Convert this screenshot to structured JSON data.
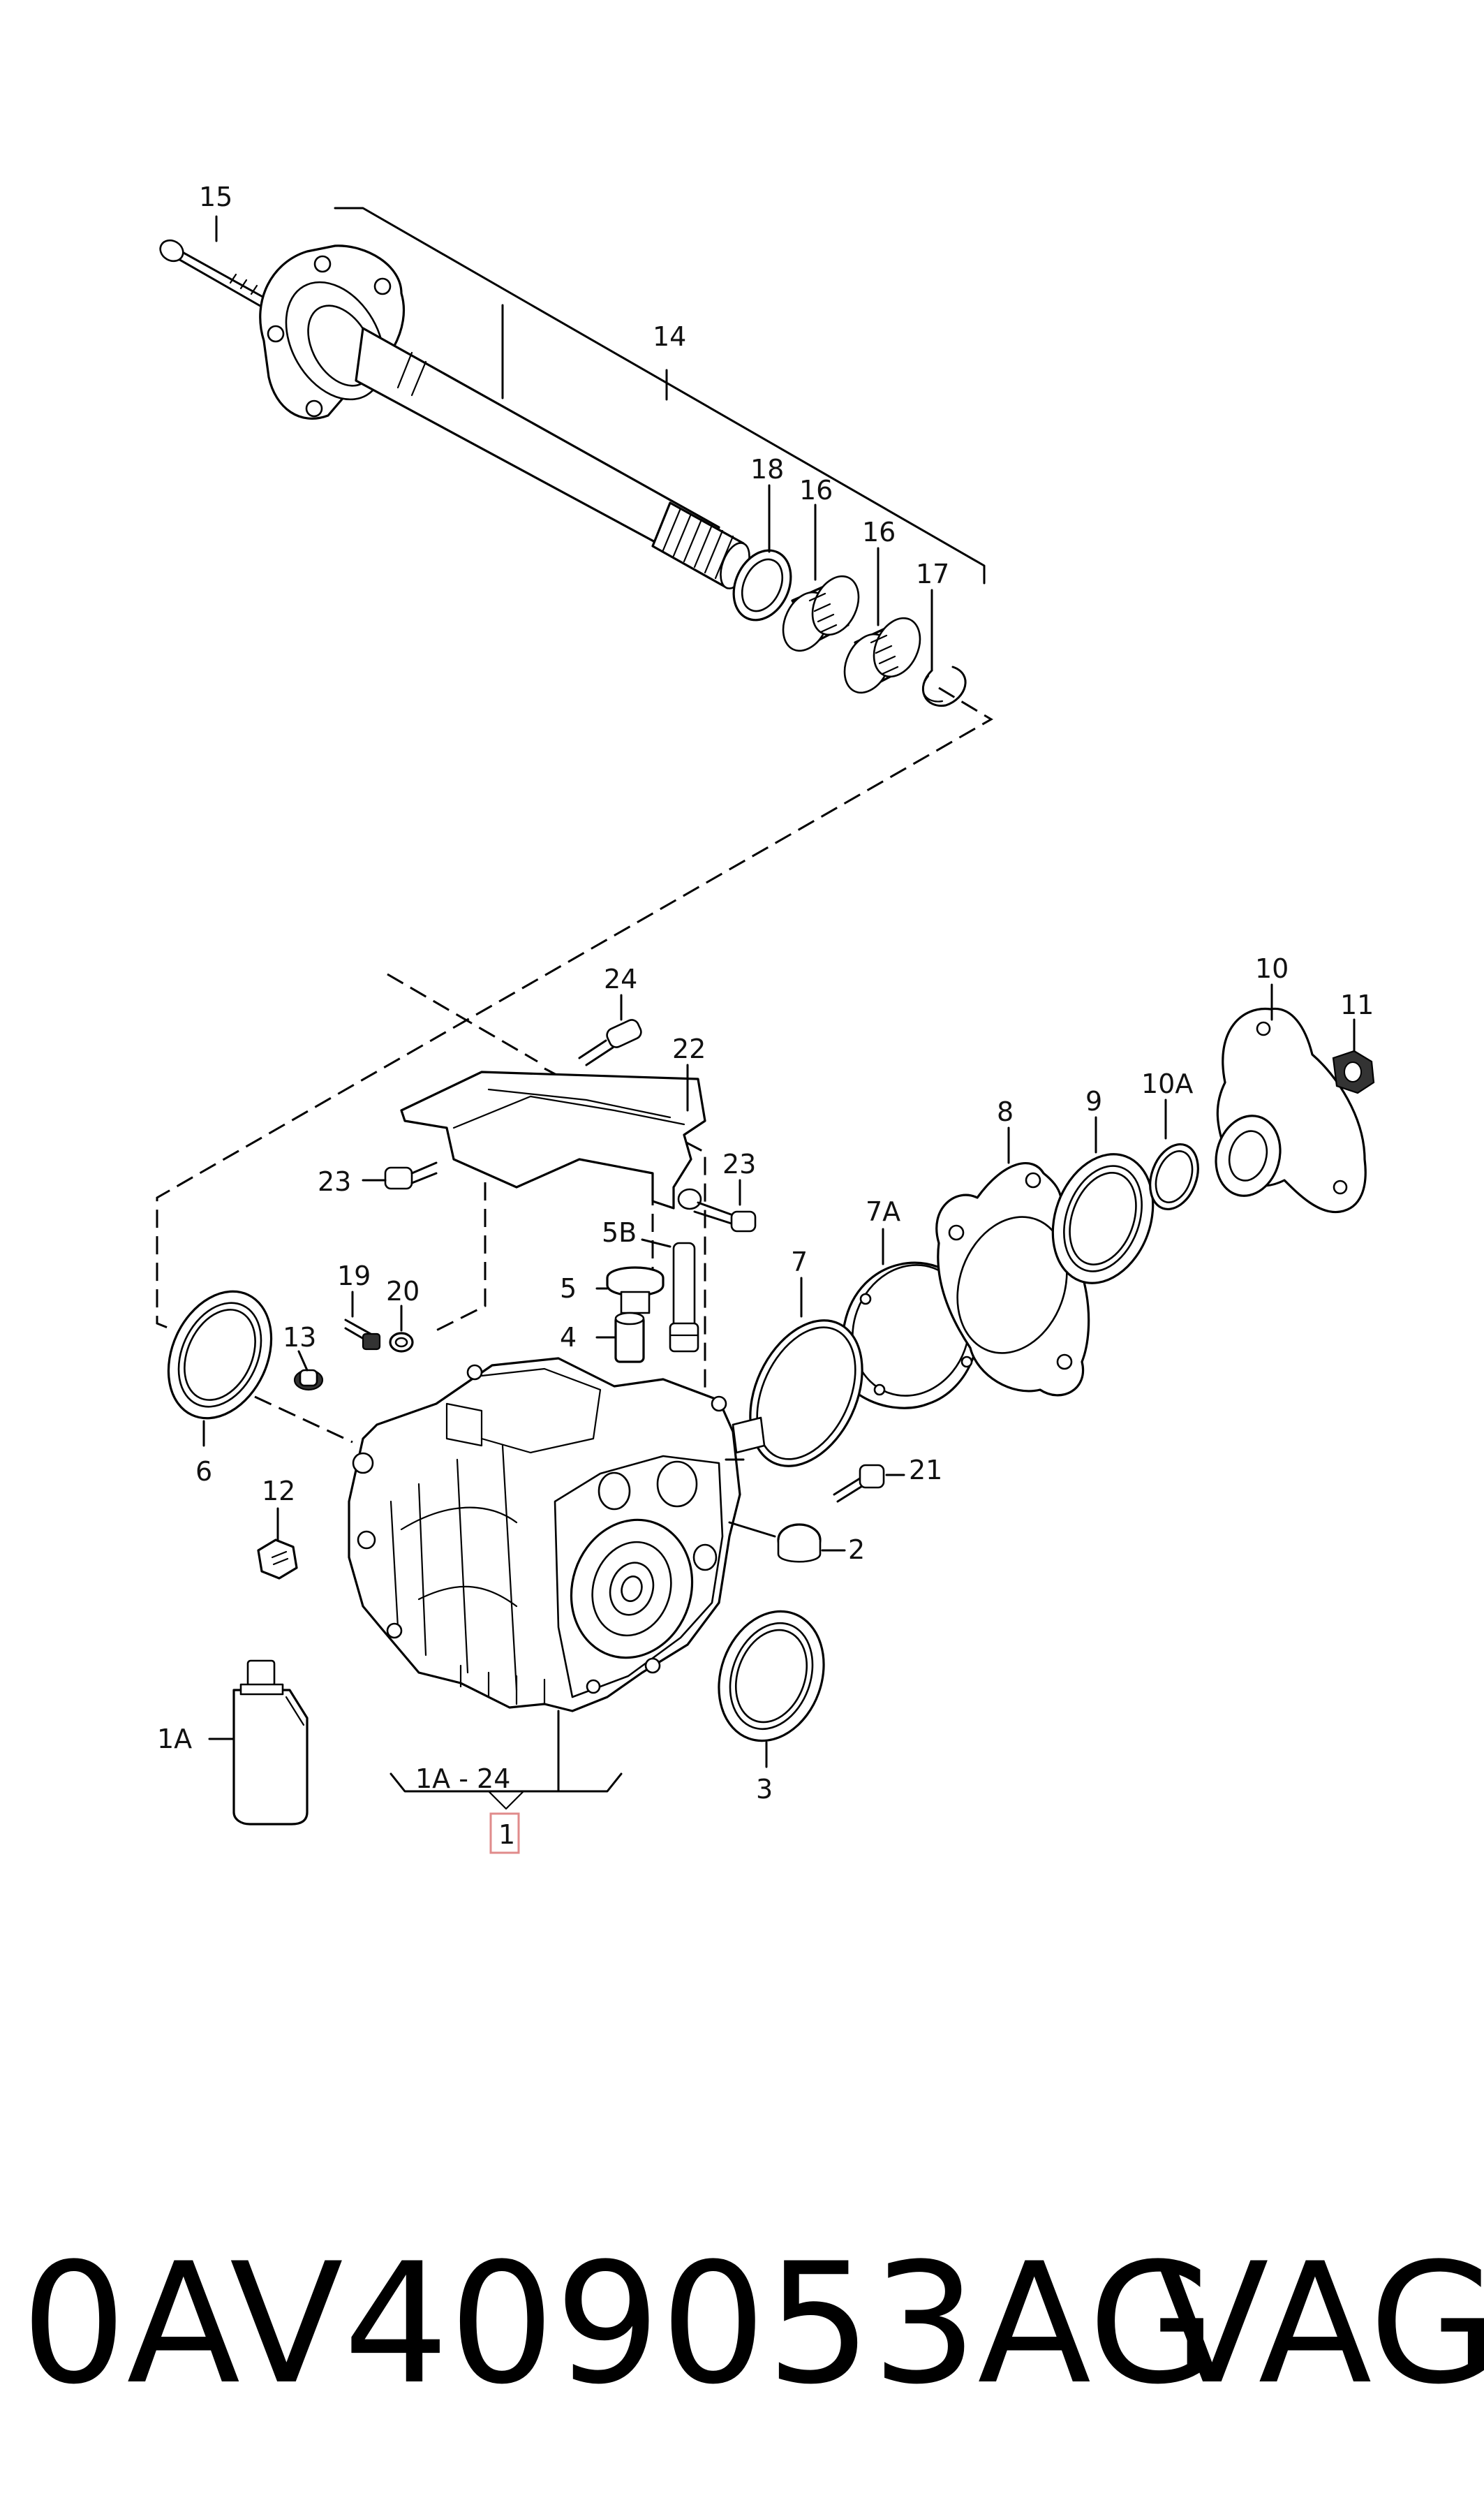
{
  "labels": {
    "l15": "15",
    "l14": "14",
    "l18": "18",
    "l16a": "16",
    "l16b": "16",
    "l17": "17",
    "l24": "24",
    "l22": "22",
    "l10": "10",
    "l11": "11",
    "l8": "8",
    "l9": "9",
    "l10a": "10A",
    "l23a": "23",
    "l23b": "23",
    "l5b": "5B",
    "l5": "5",
    "l4": "4",
    "l7a": "7A",
    "l7": "7",
    "l19": "19",
    "l20": "20",
    "l13": "13",
    "l6": "6",
    "l21": "21",
    "l12": "12",
    "l2": "2",
    "l1a": "1A",
    "l3": "3",
    "range": "1A - 24",
    "l1": "1"
  },
  "footer": {
    "part_number": "0AV409053AG",
    "brand": "VAG"
  }
}
